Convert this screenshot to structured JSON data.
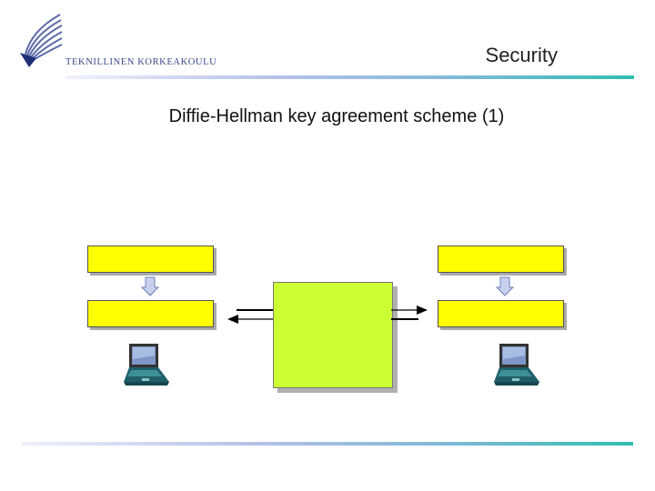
{
  "header": {
    "org_name": "TEKNILLINEN KORKEAKOULU",
    "section_title": "Security"
  },
  "slide": {
    "title": "Diffie-Hellman key agreement scheme (1)"
  },
  "colors": {
    "yellow_box": "#ffff00",
    "green_box": "#ccff33",
    "rule_start": "#eef1fb",
    "rule_end": "#2fbfb0"
  },
  "icons": [
    "university-logo",
    "down-arrow-icon",
    "left-arrow-icon",
    "right-arrow-icon",
    "laptop-icon"
  ]
}
